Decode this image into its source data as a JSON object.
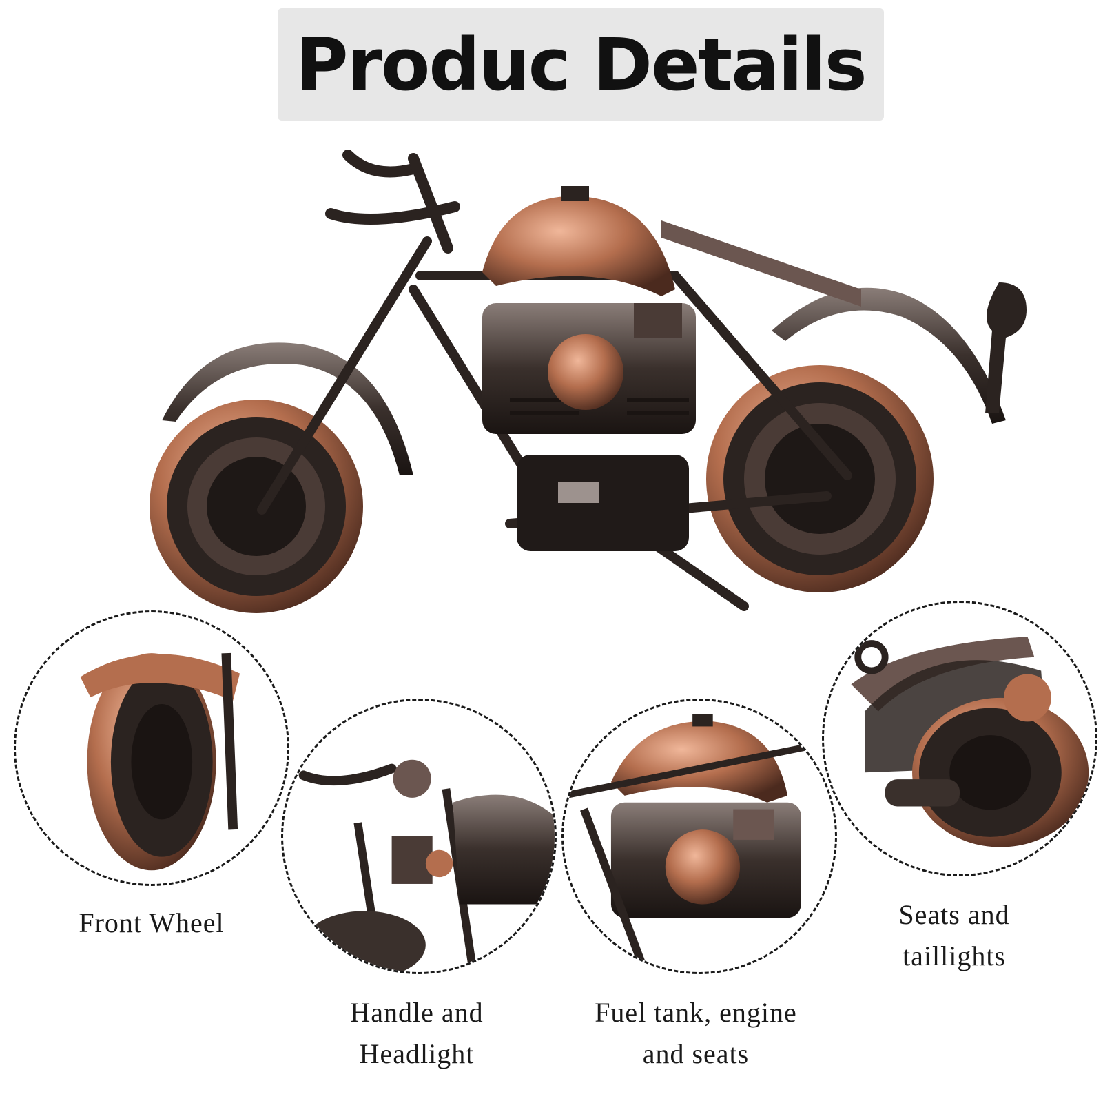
{
  "header": {
    "title": "Produc Details"
  },
  "details": [
    {
      "label": "Front Wheel"
    },
    {
      "label_line1": "Handle and",
      "label_line2": "Headlight"
    },
    {
      "label_line1": "Fuel tank, engine",
      "label_line2": "and seats"
    },
    {
      "label_line1": "Seats and",
      "label_line2": "taillights"
    }
  ],
  "colors": {
    "copper": "#b46e4e",
    "gunmetal": "#2b2320",
    "title_bg": "#e7e7e7"
  }
}
